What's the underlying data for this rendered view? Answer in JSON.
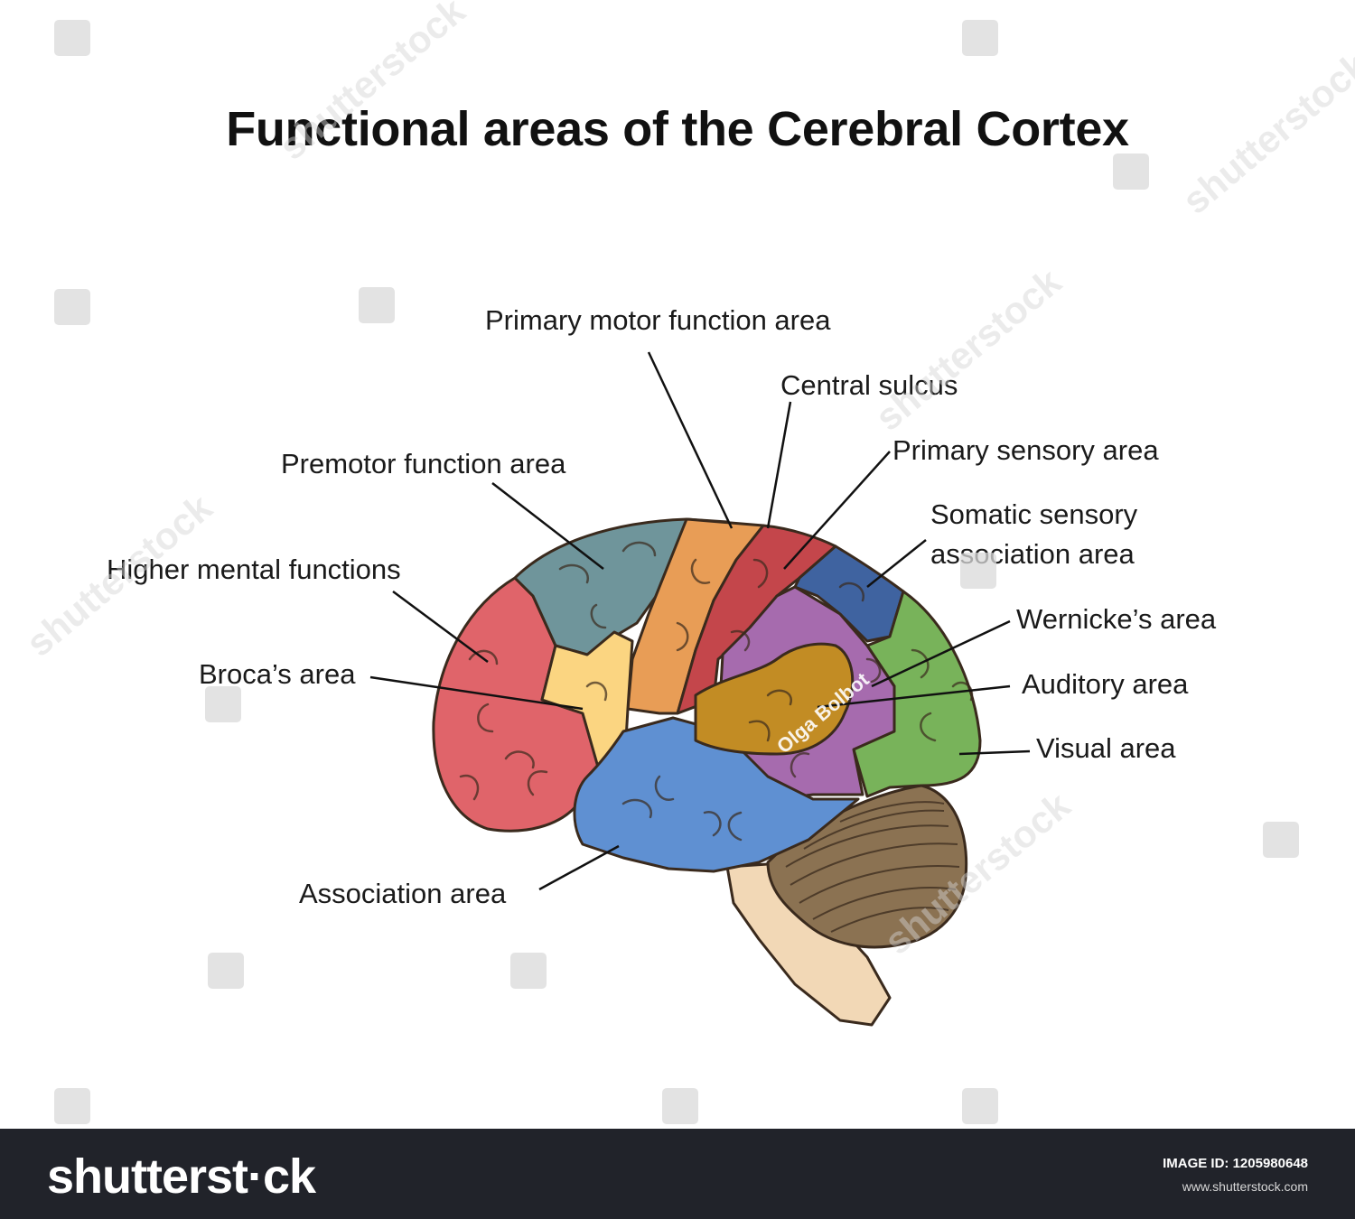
{
  "title": "Functional areas of the Cerebral Cortex",
  "labels": {
    "primary_motor": "Primary motor function area",
    "central_sulcus": "Central sulcus",
    "primary_sensory": "Primary sensory area",
    "premotor": "Premotor function area",
    "somatic_line1": "Somatic sensory",
    "somatic_line2": "association area",
    "higher_mental": "Higher mental functions",
    "wernicke": "Wernicke’s area",
    "broca": "Broca’s area",
    "auditory": "Auditory area",
    "visual": "Visual area",
    "association": "Association area"
  },
  "colors": {
    "prefrontal": "#e0646a",
    "premotor": "#6f959b",
    "primary_motor": "#e89d56",
    "primary_sensory": "#c4464b",
    "somatic_association": "#3f63a0",
    "visual": "#78b35a",
    "parietal_purple": "#a66bae",
    "broca": "#fbd581",
    "auditory": "#c28c24",
    "temporal_association": "#5f90d2",
    "cerebellum": "#8b7252",
    "brainstem": "#f2d8b6",
    "outline": "#3a2a1d"
  },
  "watermark": {
    "credit": "Olga Bolbot",
    "brand": "shutterstock"
  },
  "footer": {
    "brand": "shutterst·ck",
    "image_id": "IMAGE ID: 1205980648",
    "site": "www.shutterstock.com"
  }
}
